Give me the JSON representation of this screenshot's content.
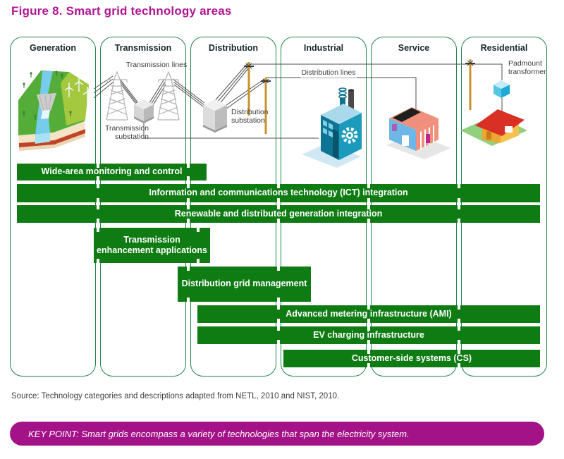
{
  "title": "Figure 8. Smart grid technology areas",
  "columns": [
    {
      "label": "Generation"
    },
    {
      "label": "Transmission"
    },
    {
      "label": "Distribution"
    },
    {
      "label": "Industrial"
    },
    {
      "label": "Service"
    },
    {
      "label": "Residential"
    }
  ],
  "diagram_labels": {
    "transmission_lines": "Transmission lines",
    "transmission_substation": "Transmission substation",
    "distribution_substation": "Distribution substation",
    "distribution_lines": "Distribution lines",
    "padmount_transformer": "Padmount transformer"
  },
  "technology_bars": [
    {
      "label": "Wide-area monitoring and control"
    },
    {
      "label": "Information and communications technology (ICT) integration"
    },
    {
      "label": "Renewable and distributed generation integration"
    },
    {
      "label": "Transmission enhancement applications"
    },
    {
      "label": "Distribution grid management"
    },
    {
      "label": "Advanced metering infrastructure (AMI)"
    },
    {
      "label": "EV charging infrastructure"
    },
    {
      "label": "Customer-side systems (CS)"
    }
  ],
  "source_note": "Source: Technology categories and descriptions adapted from NETL, 2010 and NIST, 2010.",
  "key_point": "KEY POINT: Smart grids encompass a variety of technologies that span the electricity system.",
  "colors": {
    "title_magenta": "#b01490",
    "keypoint_magenta": "#a31287",
    "bar_green": "#0f7c13",
    "column_border_green": "#22834d"
  }
}
